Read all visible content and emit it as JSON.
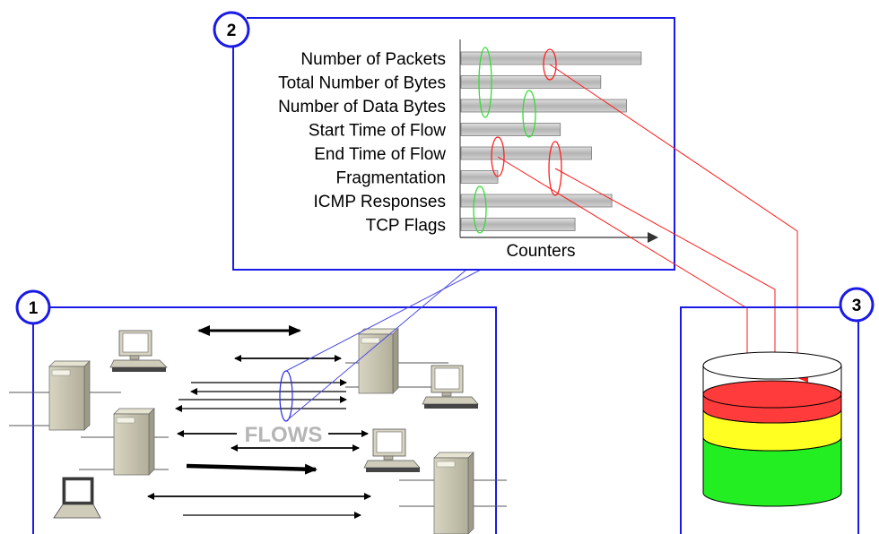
{
  "badges": {
    "one": "1",
    "two": "2",
    "three": "3"
  },
  "counters_panel": {
    "labels": [
      "Number of Packets",
      "Total Number of Bytes",
      "Number of Data Bytes",
      "Start Time of Flow",
      "End Time of Flow",
      "Fragmentation",
      "ICMP Responses",
      "TCP Flags"
    ],
    "bar_fractions": [
      0.98,
      0.76,
      0.9,
      0.54,
      0.71,
      0.2,
      0.82,
      0.62
    ],
    "axis_label": "Counters"
  },
  "flows_label": "FLOWS",
  "colors": {
    "frame": "#1a1ae6",
    "bar": "#bdbdbd",
    "red_marker": "#ff2020",
    "green_marker": "#33dd33",
    "db_red": "#ff3b3b",
    "db_yellow": "#ffff22",
    "db_green": "#22ee22"
  },
  "icons": [
    "server-icon",
    "desktop-computer-icon",
    "laptop-icon",
    "database-cylinder-icon"
  ]
}
